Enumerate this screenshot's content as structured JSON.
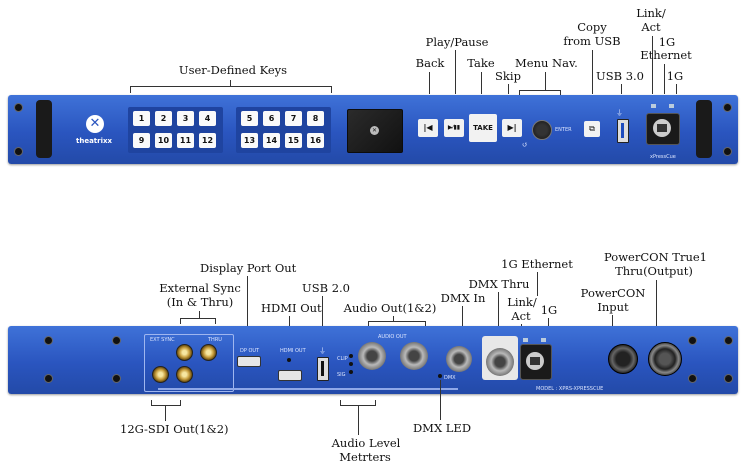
{
  "top_labels": {
    "user_defined_keys": "User-Defined Keys",
    "back": "Back",
    "play_pause": "Play/Pause",
    "take": "Take",
    "skip": "Skip",
    "menu_nav": "Menu Nav.",
    "copy_from_usb_1": "Copy",
    "copy_from_usb_2": "from USB",
    "usb3": "USB 3.0",
    "link_act_1": "Link/",
    "link_act_2": "Act",
    "ethernet_1g_1": "1G",
    "ethernet_1g_2": "Ethernet",
    "port_1g": "1G"
  },
  "front_panel": {
    "brand": "theatrixx",
    "keys_left": [
      "1",
      "2",
      "3",
      "4",
      "9",
      "10",
      "11",
      "12"
    ],
    "keys_right": [
      "5",
      "6",
      "7",
      "8",
      "13",
      "14",
      "15",
      "16"
    ],
    "take_label": "TAKE",
    "play_pause_symbol": "▶⁄▮▮",
    "back_symbol": "|◀",
    "skip_symbol": "▶|",
    "enter_label": "ENTER",
    "model": "xPressCue"
  },
  "bottom_labels": {
    "display_port_out": "Display Port Out",
    "external_sync_1": "External Sync",
    "external_sync_2": "(In & Thru)",
    "hdmi_out": "HDMI Out",
    "usb2": "USB 2.0",
    "audio_out": "Audio Out(1&2)",
    "dmx_in": "DMX In",
    "dmx_thru": "DMX Thru",
    "ethernet_1g": "1G Ethernet",
    "link_act_1": "Link/",
    "link_act_2": "Act",
    "port_1g": "1G",
    "powercon_input_1": "PowerCON",
    "powercon_input_2": "Input",
    "powercon_thru_1": "PowerCON True1",
    "powercon_thru_2": "Thru(Output)",
    "sdi_out": "12G-SDI Out(1&2)",
    "audio_level_1": "Audio Level",
    "audio_level_2": "Metrters",
    "dmx_led": "DMX LED"
  },
  "rear_panel": {
    "ext_sync": "EXT SYNC",
    "thru": "THRU",
    "dp_out": "DP OUT",
    "hdmi_out": "HDMI OUT",
    "audio_out": "AUDIO OUT",
    "clip": "CLIP",
    "sig": "SIG",
    "dmx": "DMX",
    "model": "MODEL : XPRS-XPRESSCUE"
  }
}
